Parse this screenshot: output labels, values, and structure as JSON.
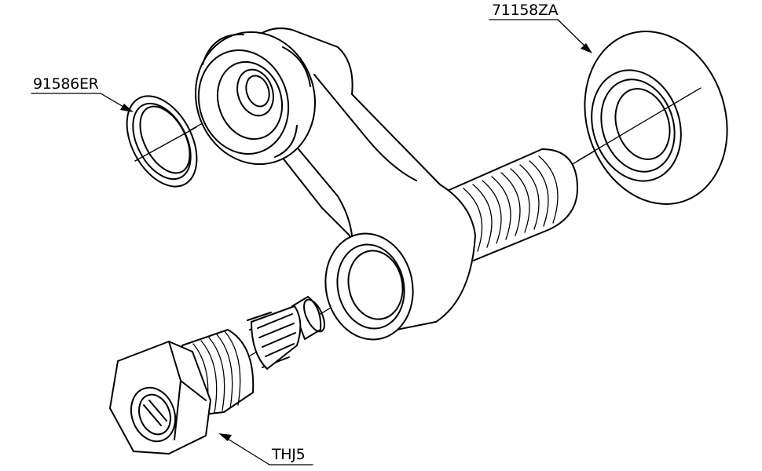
{
  "labels": {
    "seal": "91586ER",
    "rosette": "71158ZA",
    "cartridge": "THJ5"
  }
}
